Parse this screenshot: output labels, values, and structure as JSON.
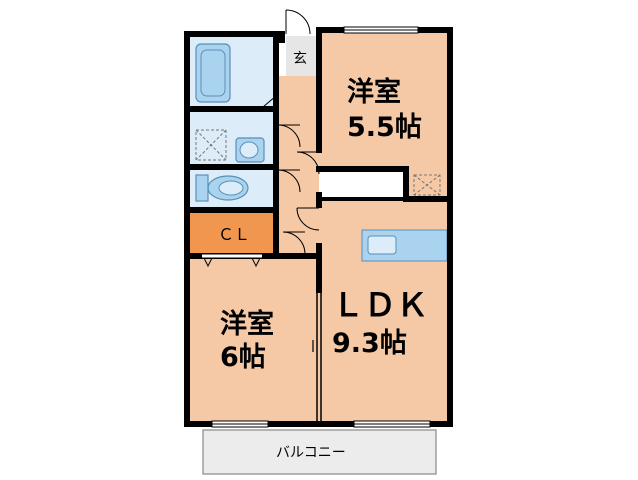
{
  "floorplan": {
    "rooms": {
      "western_room_north": {
        "name": "洋室",
        "size": "5.5帖"
      },
      "western_room_south": {
        "name": "洋室",
        "size": "6帖"
      },
      "ldk": {
        "name": "ＬＤＫ",
        "size": "9.3帖"
      },
      "closet": {
        "name": "ＣＬ"
      },
      "entrance": {
        "name": "玄"
      },
      "balcony": {
        "name": "バルコニー"
      }
    },
    "colors": {
      "wall": "#000000",
      "room_floor": "#f6c9a6",
      "wet_area": "#dcecf8",
      "fixture": "#a9d3ee",
      "closet": "#f0964f",
      "corridor": "#f6c9a6",
      "entrance": "#e6e6e6",
      "balcony": "#ececec"
    }
  }
}
